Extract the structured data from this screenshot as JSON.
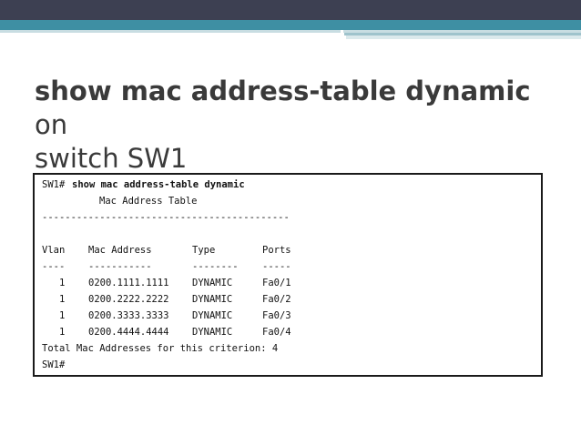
{
  "slide": {
    "title_command": "show mac address-table dynamic",
    "title_rest_1": " on",
    "title_line_2": "switch SW1"
  },
  "terminal": {
    "prompt_1": "SW1#",
    "command": "show mac address-table dynamic",
    "table_title": "Mac Address Table",
    "separator": "-------------------------------------------",
    "headers": {
      "vlan": "Vlan",
      "mac": "Mac Address",
      "type": "Type",
      "ports": "Ports"
    },
    "header_underlines": {
      "vlan": "----",
      "mac": "-----------",
      "type": "--------",
      "ports": "-----"
    },
    "rows": [
      {
        "vlan": "1",
        "mac": "0200.1111.1111",
        "type": "DYNAMIC",
        "port": "Fa0/1"
      },
      {
        "vlan": "1",
        "mac": "0200.2222.2222",
        "type": "DYNAMIC",
        "port": "Fa0/2"
      },
      {
        "vlan": "1",
        "mac": "0200.3333.3333",
        "type": "DYNAMIC",
        "port": "Fa0/3"
      },
      {
        "vlan": "1",
        "mac": "0200.4444.4444",
        "type": "DYNAMIC",
        "port": "Fa0/4"
      }
    ],
    "total": "Total Mac Addresses for this criterion: 4",
    "prompt_2": "SW1#"
  }
}
